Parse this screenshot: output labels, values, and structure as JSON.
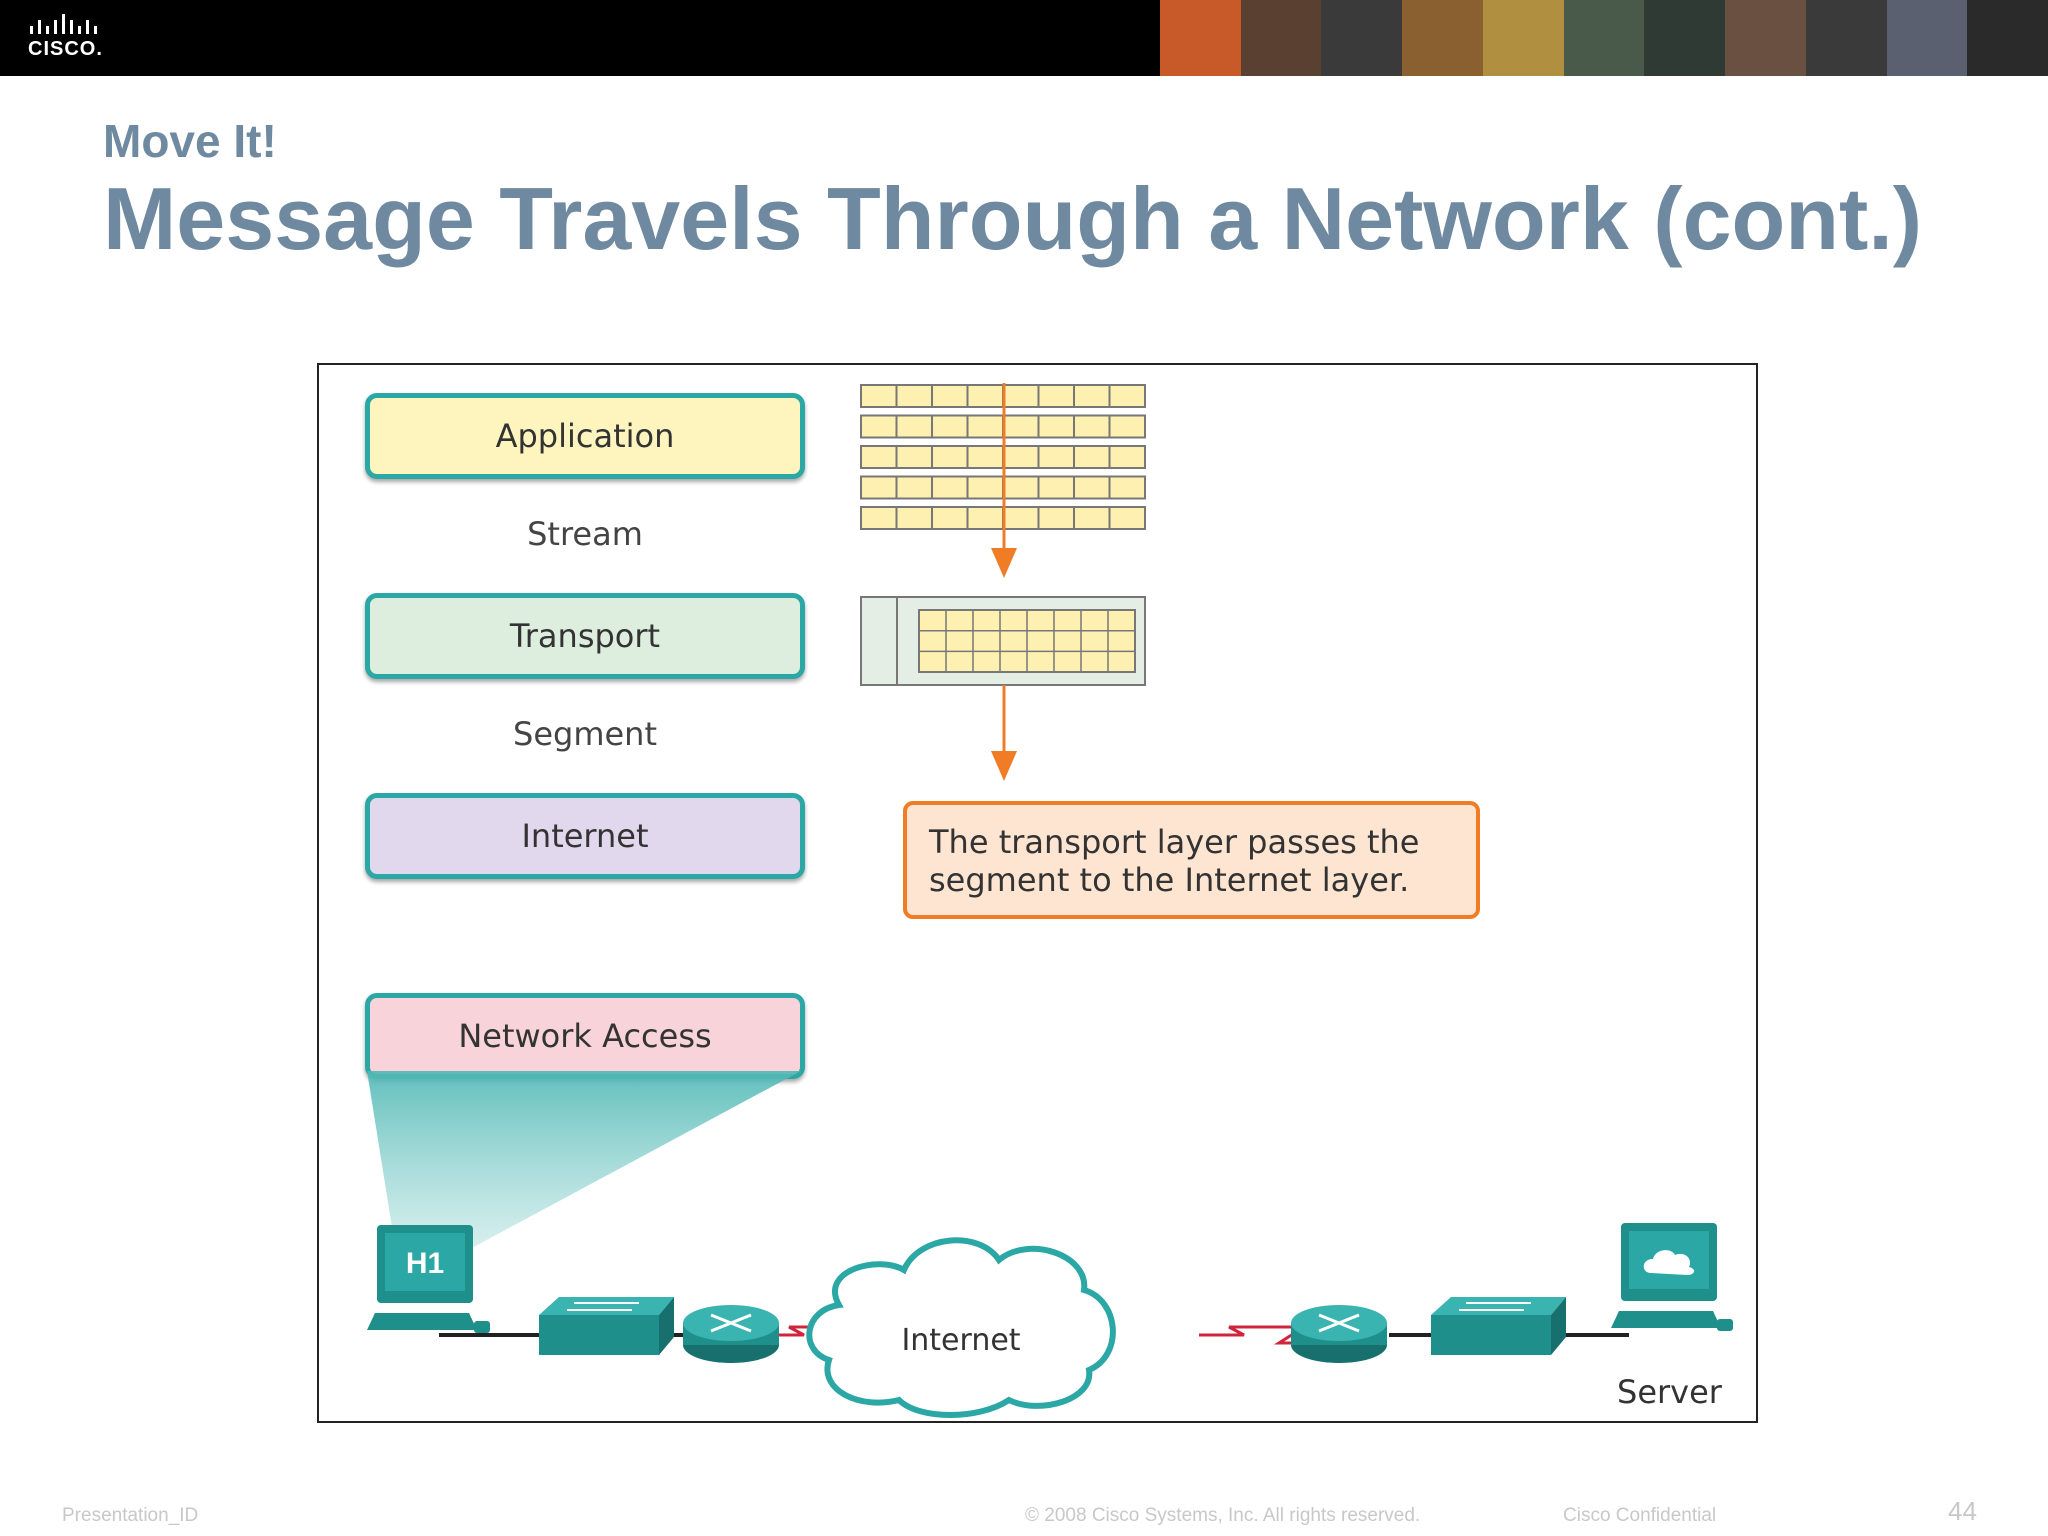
{
  "header": {
    "logo_text": "CISCO.",
    "photo_tones": [
      "#c85a2a",
      "#5a4030",
      "#3a3a3a",
      "#8a6030",
      "#b09040",
      "#4a5a4a",
      "#2f3a34",
      "#6a5040",
      "#3a3a3a",
      "#5a6070",
      "#2a2a2a"
    ]
  },
  "slide": {
    "subtitle": "Move It!",
    "title": "Message Travels Through a Network (cont.)"
  },
  "diagram": {
    "layers": [
      {
        "label": "Application",
        "fill": "#fdf5bd"
      },
      {
        "label": "Transport",
        "fill": "#deeede"
      },
      {
        "label": "Internet",
        "fill": "#e2d8ee"
      },
      {
        "label": "Network Access",
        "fill": "#f8d4da"
      }
    ],
    "pdu_labels": [
      "Stream",
      "Segment"
    ],
    "callout_text": "The transport layer passes the segment to the Internet layer.",
    "host_label": "H1",
    "cloud_label": "Internet",
    "server_label": "Server",
    "colors": {
      "teal": "#2ba7a5",
      "orange_arrow": "#f07d26",
      "serial_link": "#d0243c",
      "data_block": "#fdf0b0"
    }
  },
  "footer": {
    "left": "Presentation_ID",
    "center": "© 2008 Cisco Systems, Inc. All rights reserved.",
    "right": "Cisco Confidential",
    "page_number": "44"
  }
}
